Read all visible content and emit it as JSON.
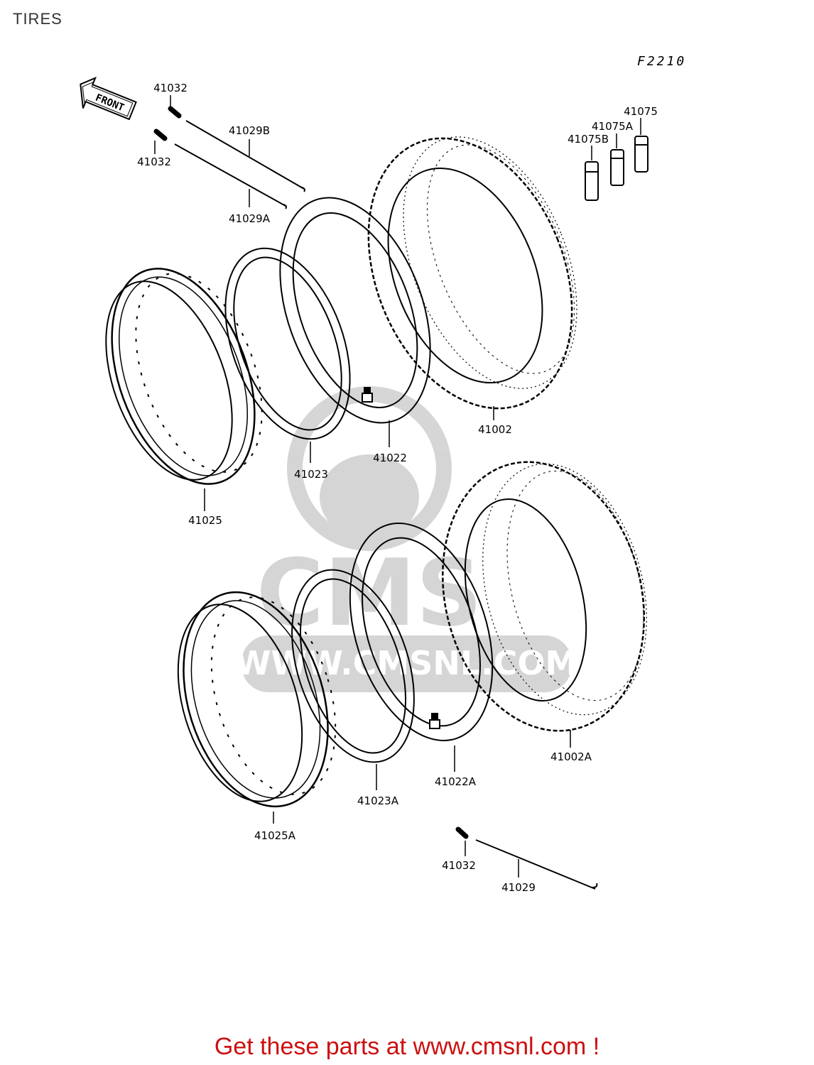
{
  "page": {
    "title": "TIRES",
    "figure_code": "F2210",
    "footer": "Get these parts at www.cmsnl.com !"
  },
  "watermark": {
    "brand": "CMS",
    "url": "WWW.CMSNL.COM"
  },
  "front_arrow": {
    "label": "FRONT"
  },
  "parts": {
    "p41032_top": "41032",
    "p41032_mid": "41032",
    "p41029B": "41029B",
    "p41029A": "41029A",
    "p41075": "41075",
    "p41075A": "41075A",
    "p41075B": "41075B",
    "p41002": "41002",
    "p41022": "41022",
    "p41023": "41023",
    "p41025": "41025",
    "p41002A": "41002A",
    "p41022A": "41022A",
    "p41023A": "41023A",
    "p41025A": "41025A",
    "p41032_bottom": "41032",
    "p41029": "41029"
  }
}
